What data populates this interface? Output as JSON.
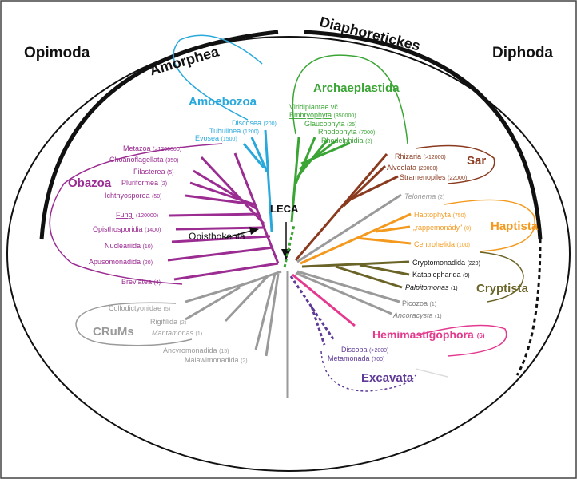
{
  "colors": {
    "amoebozoa": "#29a8dc",
    "archaeplastida": "#3aa534",
    "obazoa": "#9b2c91",
    "sar": "#8a3a1f",
    "haptista": "#f39a1e",
    "cryptista": "#6b6428",
    "hemimastigophora": "#e3398e",
    "excavata": "#5f3b97",
    "grey": "#9a9a9a",
    "black": "#111111"
  },
  "supergroups": {
    "opimoda": "Opimoda",
    "diphoda": "Diphoda",
    "amorphea": "Amorphea",
    "diaphoretickes": "Diaphoretickes"
  },
  "groups": {
    "amoebozoa": "Amoebozoa",
    "archaeplastida": "Archaeplastida",
    "obazoa": "Obazoa",
    "sar": "Sar",
    "haptista": "Haptista",
    "cryptista": "Cryptista",
    "crums": "CRuMs",
    "hemimastigophora": "Hemimastigophora",
    "excavata": "Excavata"
  },
  "leca": "LECA",
  "opisthokonta": "Opisthokonta",
  "taxa": {
    "discosea": {
      "name": "Discosea",
      "count": "(200)"
    },
    "tubulinea": {
      "name": "Tubulinea",
      "count": "(1200)"
    },
    "evosea": {
      "name": "Evosea",
      "count": "(1500)"
    },
    "viridiplantae": {
      "name": "Viridiplantae vč."
    },
    "embryophyta": {
      "name": "Embryophyta",
      "count": "(350000)"
    },
    "glaucophyta": {
      "name": "Glaucophyta",
      "count": "(25)"
    },
    "rhodophyta": {
      "name": "Rhodophyta",
      "count": "(7000)"
    },
    "rhodelphidia": {
      "name": "Rhodelphidia",
      "count": "(2)"
    },
    "metazoa": {
      "name": "Metazoa",
      "count": "(>1200000)"
    },
    "choanoflagellata": {
      "name": "Choanoflagellata",
      "count": "(350)"
    },
    "filasterea": {
      "name": "Filasterea",
      "count": "(5)"
    },
    "pluriformea": {
      "name": "Pluriformea",
      "count": "(2)"
    },
    "ichthyosporea": {
      "name": "Ichthyosporea",
      "count": "(50)"
    },
    "fungi": {
      "name": "Fungi",
      "count": "(120000)"
    },
    "opisthosporidia": {
      "name": "Opisthosporidia",
      "count": "(1400)"
    },
    "nucleariida": {
      "name": "Nucleariida",
      "count": "(10)"
    },
    "apusomonadida": {
      "name": "Apusomonadida",
      "count": "(20)"
    },
    "breviatea": {
      "name": "Breviatea",
      "count": "(4)"
    },
    "rhizaria": {
      "name": "Rhizaria",
      "count": "(>12000)"
    },
    "alveolata": {
      "name": "Alveolata",
      "count": "(20000)"
    },
    "stramenopiles": {
      "name": "Stramenopiles",
      "count": "(22000)"
    },
    "telonema": {
      "name": "Telonema",
      "count": "(2)"
    },
    "haptophyta": {
      "name": "Haptophyta",
      "count": "(750)"
    },
    "rappemonady": {
      "name": "„rappemonády\"",
      "count": "(0)"
    },
    "centrohelida": {
      "name": "Centrohelida",
      "count": "(100)"
    },
    "cryptomonadida": {
      "name": "Cryptomonadida",
      "count": "(220)"
    },
    "katablepharida": {
      "name": "Katablepharida",
      "count": "(9)"
    },
    "palpitomonas": {
      "name": "Palpitomonas",
      "count": "(1)"
    },
    "picozoa": {
      "name": "Picozoa",
      "count": "(1)"
    },
    "ancoracysta": {
      "name": "Ancoracysta",
      "count": "(1)"
    },
    "hemimastigophora": {
      "count": "(6)"
    },
    "discoba": {
      "name": "Discoba",
      "count": "(>2000)"
    },
    "metamonada": {
      "name": "Metamonada",
      "count": "(700)"
    },
    "collodictyonidae": {
      "name": "Collodictyonidae",
      "count": "(5)"
    },
    "rigifilida": {
      "name": "Rigifilida",
      "count": "(2)"
    },
    "mantamonas": {
      "name": "Mantamonas",
      "count": "(1)"
    },
    "ancyromonadida": {
      "name": "Ancyromonadida",
      "count": "(15)"
    },
    "malawimonadida": {
      "name": "Malawimonadida",
      "count": "(2)"
    }
  }
}
